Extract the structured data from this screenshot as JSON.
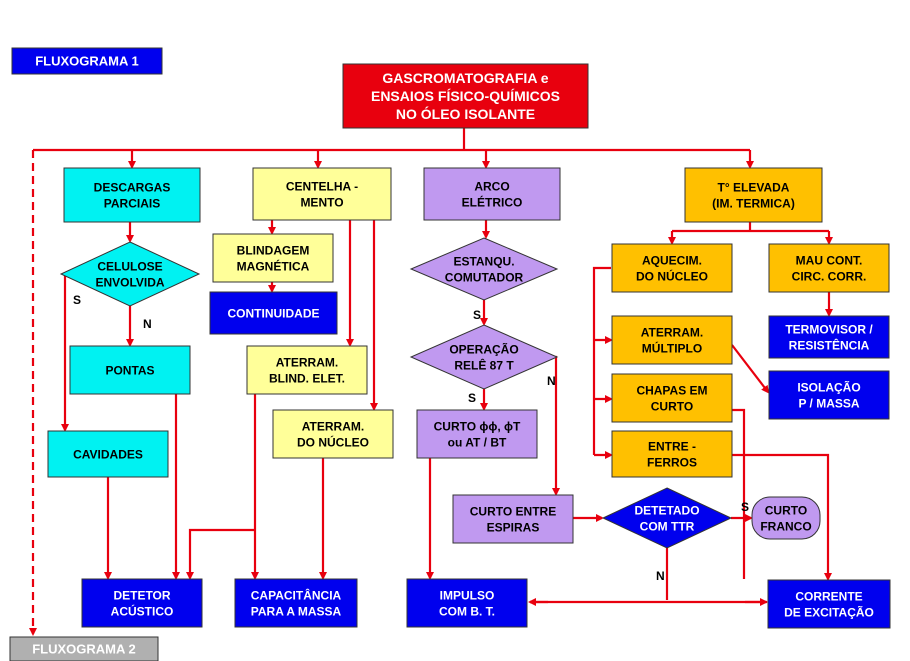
{
  "colors": {
    "red": "#E8000E",
    "cyan": "#00F2F2",
    "lightyellow": "#FFFF99",
    "lavender": "#C099F0",
    "gold": "#FFC000",
    "blue": "#0000EE",
    "grey": "#B0B0B0",
    "white": "#FFFFFF",
    "black": "#000000"
  },
  "titles": {
    "fluxograma1": "FLUXOGRAMA 1",
    "fluxograma2": "FLUXOGRAMA 2"
  },
  "nodes": {
    "main": [
      "GASCROMATOGRAFIA  e",
      "ENSAIOS FÍSICO-QUÍMICOS",
      "NO ÓLEO ISOLANTE"
    ],
    "descargas": [
      "DESCARGAS",
      "PARCIAIS"
    ],
    "centelhamento": [
      "CENTELHA -",
      "MENTO"
    ],
    "arco": [
      "ARCO",
      "ELÉTRICO"
    ],
    "televada": [
      "T° ELEVADA",
      "(IM. TERMICA)"
    ],
    "celulose": [
      "CELULOSE",
      "ENVOLVIDA"
    ],
    "pontas": [
      "PONTAS"
    ],
    "cavidades": [
      "CAVIDADES"
    ],
    "detetor": [
      "DETETOR",
      "ACÚSTICO"
    ],
    "blindagem": [
      "BLINDAGEM",
      "MAGNÉTICA"
    ],
    "continuidade": [
      "CONTINUIDADE"
    ],
    "aterr_blind": [
      "ATERRAM.",
      "BLIND.  ELET."
    ],
    "aterr_nucleo": [
      "ATERRAM.",
      "DO NÚCLEO"
    ],
    "capacitancia": [
      "CAPACITÂNCIA",
      "PARA A MASSA"
    ],
    "estanqu": [
      "ESTANQU.",
      "COMUTADOR"
    ],
    "operacao": [
      "OPERAÇÃO",
      "RELÊ  87 T"
    ],
    "curto_ff": [
      "CURTO  ϕϕ,  ϕT",
      "ou  AT / BT"
    ],
    "impulso": [
      "IMPULSO",
      "COM B. T."
    ],
    "curto_espiras": [
      "CURTO ENTRE",
      "ESPIRAS"
    ],
    "detetado": [
      "DETETADO",
      "COM TTR"
    ],
    "curto_franco": [
      "CURTO",
      "FRANCO"
    ],
    "corrente": [
      "CORRENTE",
      "DE EXCITAÇÃO"
    ],
    "aquecim": [
      "AQUECIM.",
      "DO NÚCLEO"
    ],
    "mau_cont": [
      "MAU  CONT.",
      "CIRC.  CORR."
    ],
    "termovisor": [
      "TERMOVISOR /",
      "RESISTÊNCIA"
    ],
    "aterr_multiplo": [
      "ATERRAM.",
      "MÚLTIPLO"
    ],
    "isolacao": [
      "ISOLAÇÃO",
      "P / MASSA"
    ],
    "chapas": [
      "CHAPAS EM",
      "CURTO"
    ],
    "entre_ferros": [
      "ENTRE -",
      "FERROS"
    ]
  },
  "labels": {
    "s1": "S",
    "n1": "N",
    "s2": "S",
    "s3": "S",
    "n2": "N",
    "s4": "S",
    "n3": "N"
  }
}
